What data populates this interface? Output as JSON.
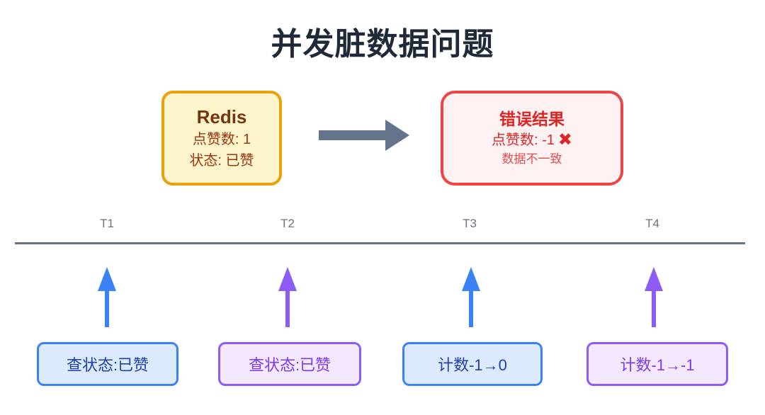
{
  "title": "并发脏数据问题",
  "redis_box": {
    "title": "Redis",
    "line1": "点赞数: 1",
    "line2": "状态: 已赞"
  },
  "error_box": {
    "title": "错误结果",
    "line1": "点赞数: -1",
    "x_mark": "✖",
    "line2": "数据不一致"
  },
  "timeline": {
    "ticks": [
      {
        "label": "T1"
      },
      {
        "label": "T2"
      },
      {
        "label": "T3"
      },
      {
        "label": "T4"
      }
    ],
    "events": [
      {
        "label": "查状态:已赞",
        "theme": "blue"
      },
      {
        "label": "查状态:已赞",
        "theme": "purple"
      },
      {
        "label": "计数-1→0",
        "theme": "blue"
      },
      {
        "label": "计数-1→-1",
        "theme": "purple"
      }
    ]
  },
  "colors": {
    "title_text": "#1f2937",
    "redis_bg": "#fef5cc",
    "redis_border": "#eaa10c",
    "redis_title_text": "#78350f",
    "redis_body_text": "#9a3412",
    "error_bg": "#fdf1f1",
    "error_border": "#ef4444",
    "error_text": "#dc2626",
    "flow_arrow": "#64748b",
    "timeline_gray": "#6b7280",
    "blue_accent": "#3b82f6",
    "blue_bg": "#dbeafe",
    "blue_text": "#1e40af",
    "purple_accent": "#8b5cf6",
    "purple_bg": "#f3e8ff",
    "purple_text": "#7c3aed"
  }
}
